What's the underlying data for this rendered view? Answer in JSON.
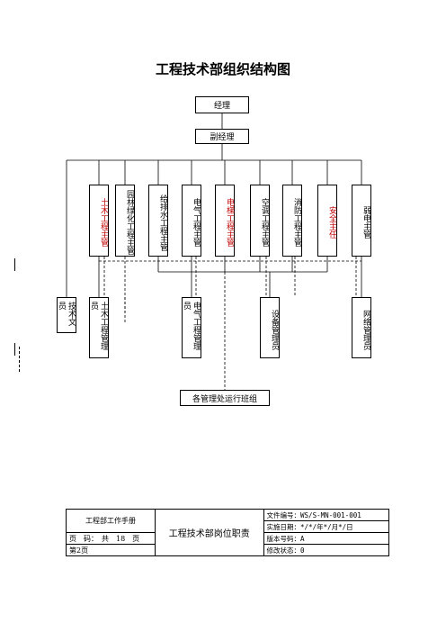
{
  "title": "工程技术部组织结构图",
  "top": {
    "manager": "经理",
    "deputy": "副经理"
  },
  "level3": [
    {
      "label": "土木工程主管",
      "red": true
    },
    {
      "label": "园林绿化工程主管",
      "red": false
    },
    {
      "label": "给排水工程主管",
      "red": false
    },
    {
      "label": "电气工程主管",
      "red": false
    },
    {
      "label": "电梯工程主管",
      "red": true
    },
    {
      "label": "空调工程主管",
      "red": false
    },
    {
      "label": "消防工程主管",
      "red": false
    },
    {
      "label": "安全主任",
      "red": true
    },
    {
      "label": "弱电主管",
      "red": false
    }
  ],
  "level4": {
    "tech_clerk": "技术文员",
    "civil_staff": "土木工程管理员",
    "electric_staff": "电气工程管理员",
    "equipment_staff": "设备管理员",
    "network_staff": "网络管理员"
  },
  "bottom": "各管理处运行班组",
  "footer": {
    "manual": "工程部工作手册",
    "page_label": "页　码：　共　18　页",
    "page_current": "第2页",
    "doc_title": "工程技术部岗位职责",
    "doc_no": "文件编号：WS/S-MN-001-001",
    "date": "实施日期：*/*/年*/月*/日",
    "version": "版本号码：A",
    "revision": "修改状态：0"
  }
}
